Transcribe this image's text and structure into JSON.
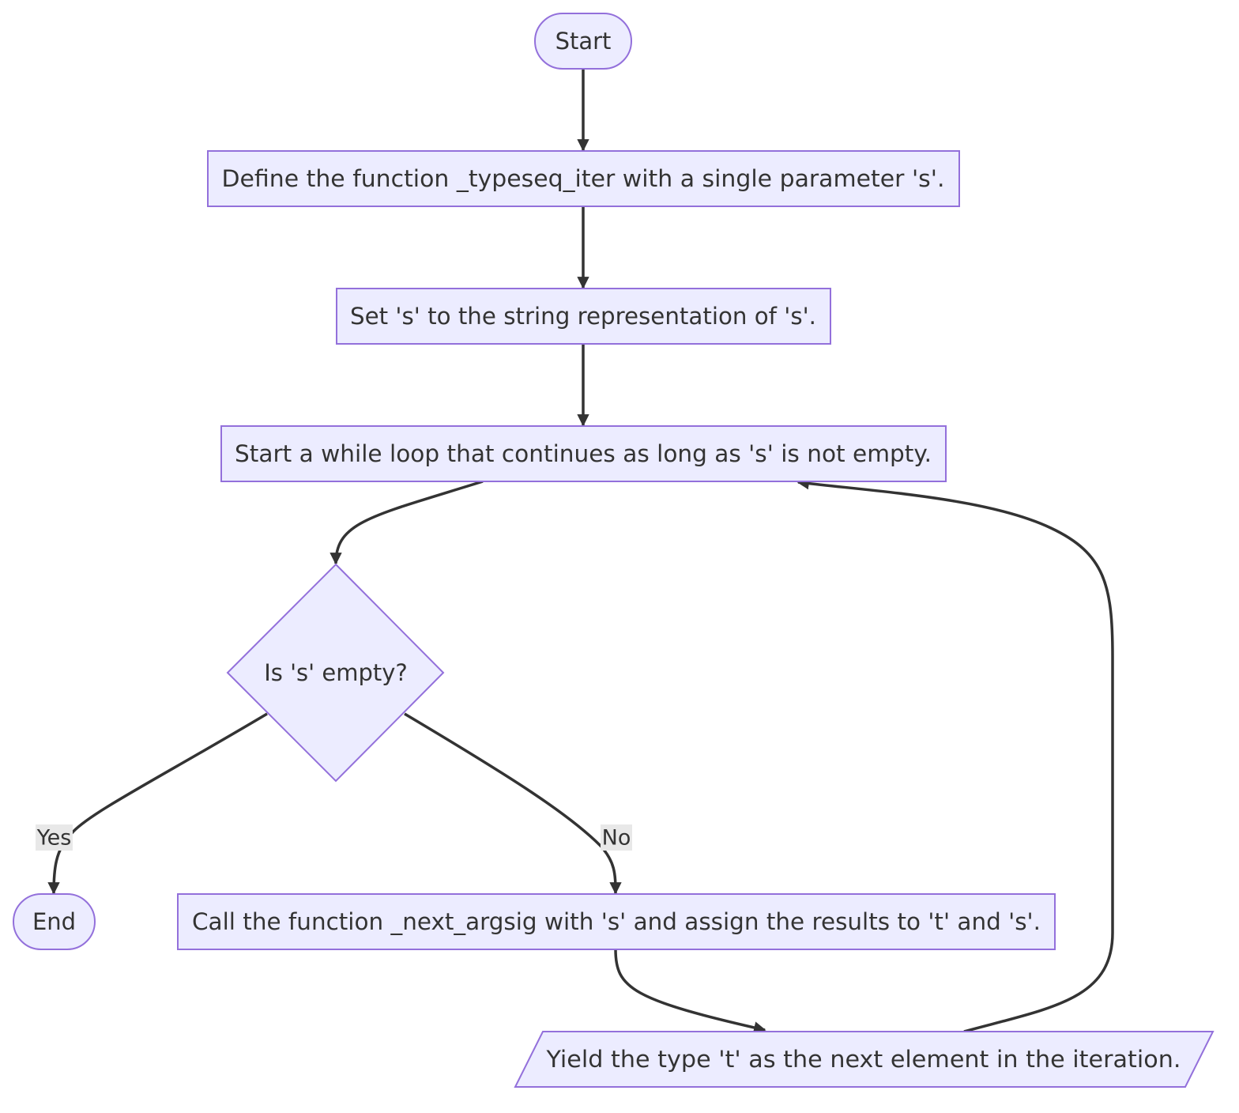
{
  "diagram": {
    "type": "flowchart",
    "colors": {
      "node_fill": "#ECECFF",
      "node_stroke": "#9370DB",
      "edge_stroke": "#333333",
      "text": "#333333",
      "edge_label_background": "#e8e8e8"
    },
    "nodes": {
      "start": {
        "label": "Start",
        "shape": "stadium"
      },
      "define": {
        "label": "Define the function _typeseq_iter with a single parameter 's'.",
        "shape": "rectangle"
      },
      "set_s": {
        "label": "Set 's' to the string representation of 's'.",
        "shape": "rectangle"
      },
      "while_loop": {
        "label": "Start a while loop that continues as long as 's' is not empty.",
        "shape": "rectangle"
      },
      "is_empty": {
        "label": "Is 's' empty?",
        "shape": "diamond"
      },
      "end": {
        "label": "End",
        "shape": "stadium"
      },
      "call_next": {
        "label": "Call the function _next_argsig with 's' and assign the results to 't' and 's'.",
        "shape": "rectangle"
      },
      "yield_t": {
        "label": "Yield the type 't' as the next element in the iteration.",
        "shape": "parallelogram"
      }
    },
    "edges": [
      {
        "from": "start",
        "to": "define",
        "label": ""
      },
      {
        "from": "define",
        "to": "set_s",
        "label": ""
      },
      {
        "from": "set_s",
        "to": "while_loop",
        "label": ""
      },
      {
        "from": "while_loop",
        "to": "is_empty",
        "label": ""
      },
      {
        "from": "is_empty",
        "to": "end",
        "label": "Yes"
      },
      {
        "from": "is_empty",
        "to": "call_next",
        "label": "No"
      },
      {
        "from": "call_next",
        "to": "yield_t",
        "label": ""
      },
      {
        "from": "yield_t",
        "to": "while_loop",
        "label": ""
      }
    ],
    "edge_labels": {
      "yes": "Yes",
      "no": "No"
    }
  }
}
